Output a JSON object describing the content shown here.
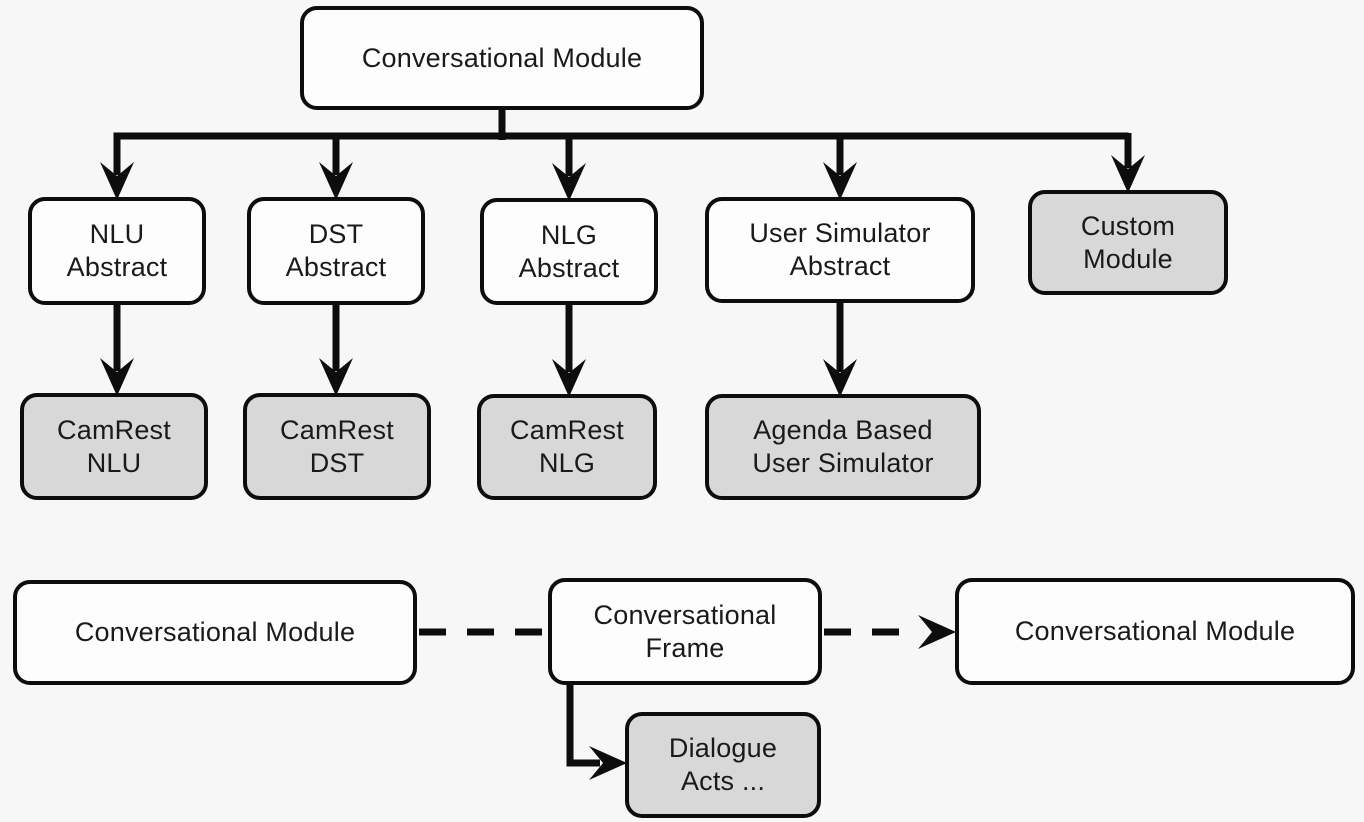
{
  "diagram": {
    "hierarchy": {
      "root": "Conversational Module",
      "nlu_abstract": "NLU\nAbstract",
      "dst_abstract": "DST\nAbstract",
      "nlg_abstract": "NLG\nAbstract",
      "user_simulator_abstract": "User Simulator\nAbstract",
      "custom_module": "Custom\nModule",
      "camrest_nlu": "CamRest\nNLU",
      "camrest_dst": "CamRest\nDST",
      "camrest_nlg": "CamRest\nNLG",
      "agenda_based_user_simulator": "Agenda Based\nUser Simulator"
    },
    "flow": {
      "left_module": "Conversational Module",
      "frame": "Conversational\nFrame",
      "right_module": "Conversational Module",
      "dialogue_acts": "Dialogue\nActs ..."
    },
    "colors": {
      "background": "#f7f7f7",
      "node_fill_white": "#fdfdfd",
      "node_fill_gray": "#d8d8d8",
      "stroke": "#0d0d0d",
      "text": "#1a1a1a"
    }
  }
}
